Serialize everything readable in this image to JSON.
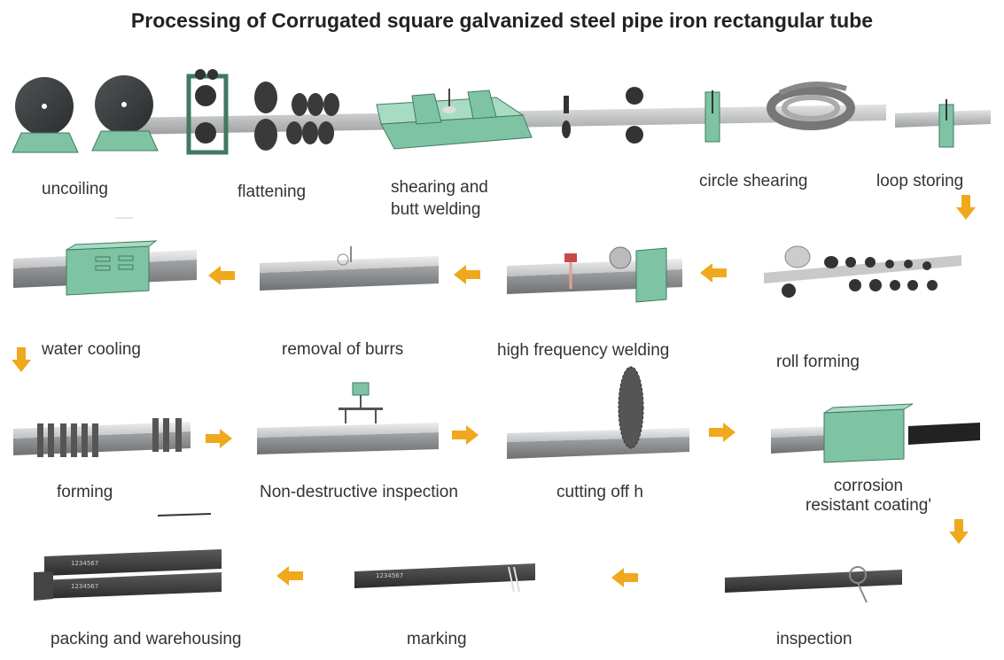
{
  "title": "Processing of Corrugated square galvanized steel pipe iron rectangular tube",
  "steps": {
    "uncoiling": "uncoiling",
    "flattening": "flattening",
    "shearing_line1": "shearing and",
    "shearing_line2": "butt welding",
    "circle_shearing": "circle shearing",
    "loop_storing": "loop storing",
    "water_cooling": "water cooling",
    "removal_of_burrs": "removal of burrs",
    "high_frequency_welding": "high frequency welding",
    "roll_forming": "roll forming",
    "forming": "forming",
    "nondestructive_inspection": "Non-destructive inspection",
    "cutting_off": "cutting off h",
    "corrosion_line1": "corrosion",
    "corrosion_line2": "resistant coating'",
    "packing": "packing and warehousing",
    "marking": "marking",
    "inspection": "inspection"
  },
  "pipe_marks": {
    "code": "1234567"
  },
  "colors": {
    "arrow": "#f0a81c",
    "machine_green": "#7fc3a5",
    "machine_dark": "#3f7a60",
    "steel": "#a7a9ab",
    "coated_pipe": "#2a2a2a"
  }
}
